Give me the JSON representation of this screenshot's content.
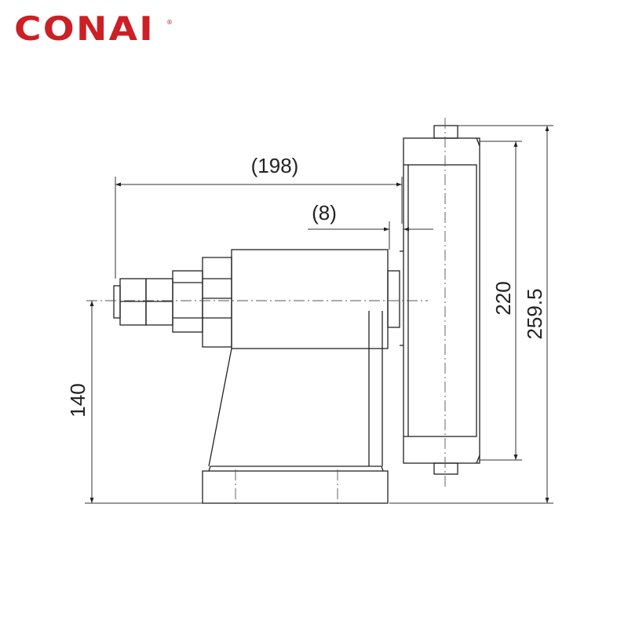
{
  "brand": {
    "logo_text": "CONAI",
    "registered_mark": "®",
    "color": "#cc1f26"
  },
  "dimensions": {
    "overall_width": "(198)",
    "gap": "(8)",
    "roller_height": "220",
    "total_height": "259.5",
    "axis_height": "140"
  },
  "colors": {
    "line": "#222222",
    "center_line": "#555555",
    "dimension": "#333333"
  }
}
